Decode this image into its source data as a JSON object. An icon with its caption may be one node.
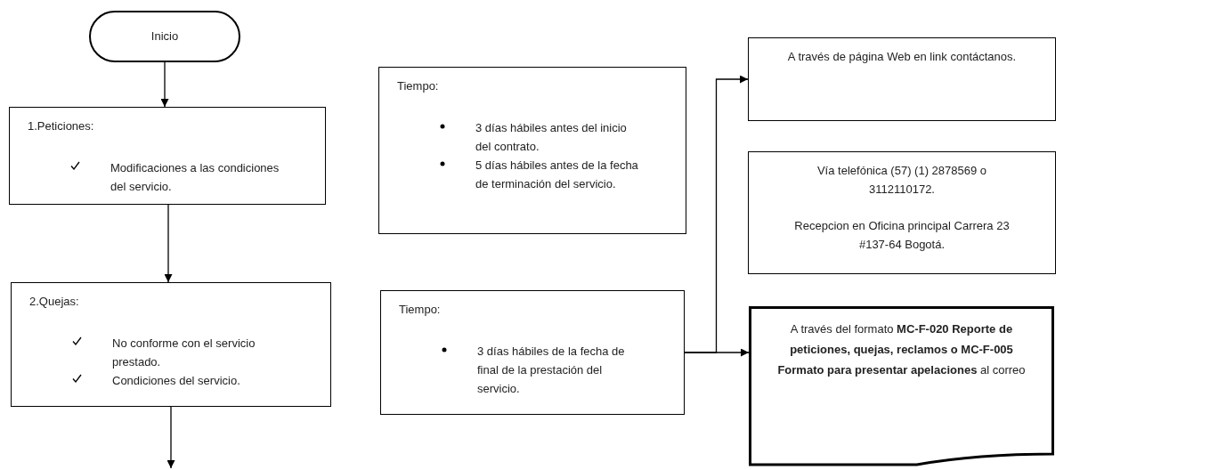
{
  "diagram": {
    "nodes": [
      {
        "text": [
          "Inicio"
        ]
      },
      {
        "text": [
          "1.Peticiones:",
          "Modificaciones a las condiciones del servicio."
        ]
      },
      {
        "text": [
          "2.Quejas:",
          "No conforme con el servicio prestado.",
          "Condiciones del servicio."
        ]
      },
      {
        "text": [
          "Tiempo:",
          "3 días hábiles antes del inicio del contrato.",
          "5 días hábiles antes de la fecha de terminación del servicio."
        ]
      },
      {
        "text": [
          "A través de página Web en link contáctanos."
        ]
      },
      {
        "text": [
          "Vía telefónica (57) (1) 2878569 o 3112110172.",
          "Recepcion en Oficina principal Carrera 23 #137-64 Bogotá."
        ]
      },
      {
        "text": [
          "Tiempo:",
          "3 días hábiles de la fecha de final de la prestación del servicio."
        ]
      },
      {
        "text": [
          "A través del formato **MC-F-020 Reporte de peticiones, quejas, reclamos o MC-F-005 Formato para presentar apelaciones** al correo"
        ]
      }
    ],
    "edges": [
      {
        "from": 0,
        "to": 1,
        "arrow": "to"
      },
      {
        "from": 1,
        "to": 2,
        "arrow": "to"
      },
      {
        "from": 2,
        "to": null,
        "arrow": "to"
      },
      {
        "from": 6,
        "to": 4,
        "arrow": "to"
      },
      {
        "from": 6,
        "to": 7,
        "arrow": "to"
      }
    ]
  }
}
